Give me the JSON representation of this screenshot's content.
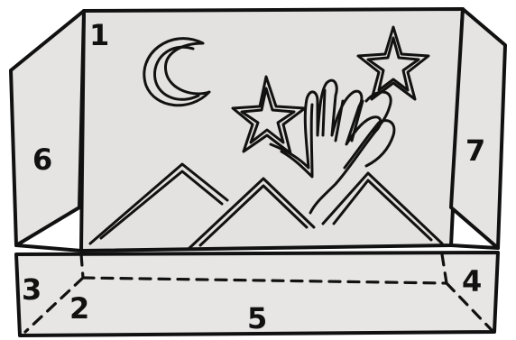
{
  "panel_labels": {
    "back": "1",
    "bottom_left_fold": "2",
    "left_front_corner": "3",
    "right_front_corner": "4",
    "front": "5",
    "left_wing": "6",
    "right_wing": "7"
  },
  "drawing_elements": [
    "crescent-moon",
    "star",
    "star",
    "hand",
    "mountains"
  ]
}
